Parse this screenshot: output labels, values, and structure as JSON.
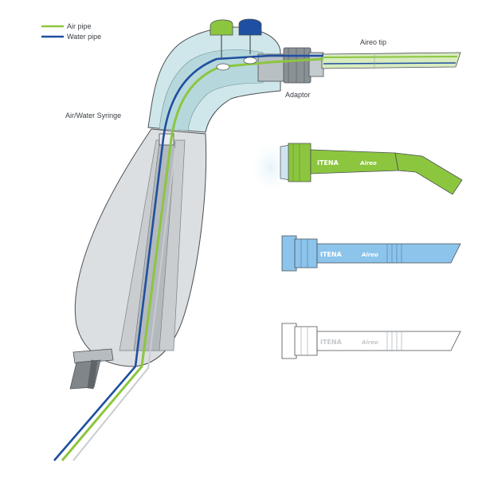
{
  "legend": {
    "items": [
      {
        "label": "Air pipe",
        "color": "#8cc63f"
      },
      {
        "label": "Water pipe",
        "color": "#1f4fa0"
      }
    ]
  },
  "labels": {
    "syringe": "Air/Water Syringe",
    "tip": "Aireo tip",
    "adaptor": "Adaptor"
  },
  "tips": {
    "brand": "ITENA",
    "model": "Aireo",
    "variants": [
      {
        "name": "green",
        "color": "#8cc63f"
      },
      {
        "name": "blue",
        "color": "#8cc4ec"
      },
      {
        "name": "white",
        "color": "#ffffff"
      }
    ]
  },
  "colors": {
    "body_gray": "#dcdfe1",
    "head_teal": "#cfe7ea",
    "outline": "#4a4f54",
    "air": "#8cc63f",
    "water": "#1f4fa0"
  }
}
